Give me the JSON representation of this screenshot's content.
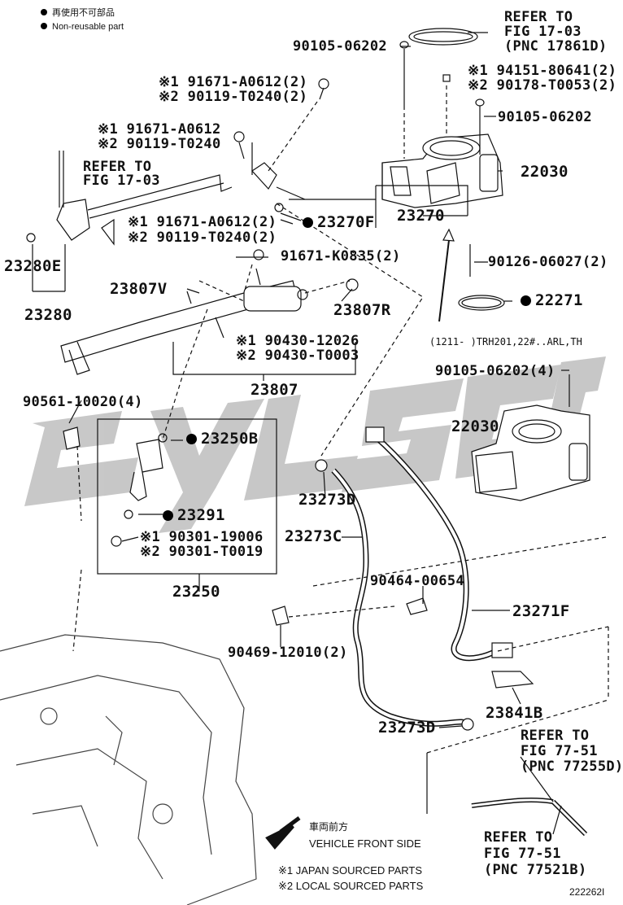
{
  "legend": {
    "cn_text": "再使用不可部品",
    "en_text": "Non-reusable part"
  },
  "references": {
    "fig_17_03_top": [
      "REFER TO",
      "FIG 17-03",
      "(PNC 17861D)"
    ],
    "fig_17_03_left": [
      "REFER TO",
      "FIG 17-03"
    ],
    "fig_77_51_a": [
      "REFER TO",
      "FIG 77-51",
      "(PNC 77255D)"
    ],
    "fig_77_51_b": [
      "REFER TO",
      "FIG 77-51",
      "(PNC 77521B)"
    ]
  },
  "parts": {
    "p90105_06202_top": "90105-06202",
    "p94151_80641": "※1 94151-80641(2)",
    "p90178_T0053": "※2 90178-T0053(2)",
    "p90105_06202_mid": "90105-06202",
    "p22030_a": "22030",
    "p91671_A0612_2_top": "※1 91671-A0612(2)",
    "p90119_T0240_2_top": "※2 90119-T0240(2)",
    "p91671_A0612": "※1 91671-A0612",
    "p90119_T0240": "※2 90119-T0240",
    "p23270F": "23270F",
    "p23270": "23270",
    "p91671_A0612_2_mid": "※1 91671-A0612(2)",
    "p90119_T0240_2_mid": "※2 90119-T0240(2)",
    "p23280E": "23280E",
    "p23280": "23280",
    "p91671_K0835": "91671-K0835(2)",
    "p90126_06027": "90126-06027(2)",
    "p23807V": "23807V",
    "p22271": "22271",
    "p23807R": "23807R",
    "p90430_12026": "※1 90430-12026",
    "p90430_T0003": "※2 90430-T0003",
    "variant_note": "(1211-      )TRH201,22#..ARL,TH",
    "p90105_06202_4": "90105-06202(4)",
    "p23807": "23807",
    "p90561_10020": "90561-10020(4)",
    "p22030_b": "22030",
    "p23250B": "23250B",
    "p23273D_a": "23273D",
    "p23291": "23291",
    "p23273C": "23273C",
    "p90301_19006": "※1 90301-19006",
    "p90301_T0019": "※2 90301-T0019",
    "p23250": "23250",
    "p90464_00654": "90464-00654",
    "p23271F": "23271F",
    "p90469_12010": "90469-12010(2)",
    "p23841B": "23841B",
    "p23273D_b": "23273D"
  },
  "footer": {
    "front_cn": "車両前方",
    "front_en": "VEHICLE FRONT SIDE",
    "note1": "※1 JAPAN SOURCED PARTS",
    "note2": "※2 LOCAL SOURCED PARTS",
    "diagram_id": "222262I"
  },
  "watermark_text": "CYLSCN"
}
